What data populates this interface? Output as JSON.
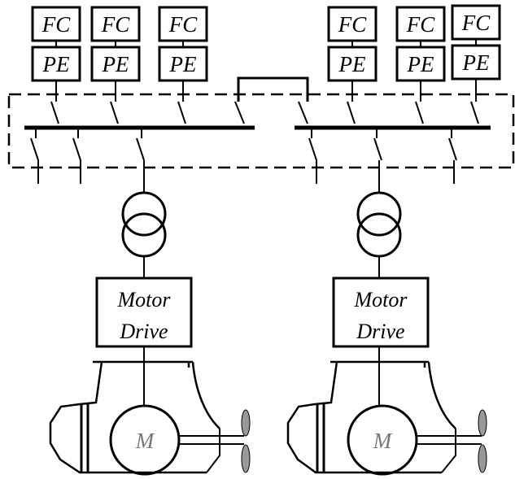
{
  "fuel_cell_units": [
    {
      "fc_label": "FC",
      "pe_label": "PE"
    },
    {
      "fc_label": "FC",
      "pe_label": "PE"
    },
    {
      "fc_label": "FC",
      "pe_label": "PE"
    },
    {
      "fc_label": "FC",
      "pe_label": "PE"
    },
    {
      "fc_label": "FC",
      "pe_label": "PE"
    },
    {
      "fc_label": "FC",
      "pe_label": "PE"
    }
  ],
  "drives": [
    {
      "line1": "Motor",
      "line2": "Drive",
      "motor_label": "M"
    },
    {
      "line1": "Motor",
      "line2": "Drive",
      "motor_label": "M"
    }
  ]
}
